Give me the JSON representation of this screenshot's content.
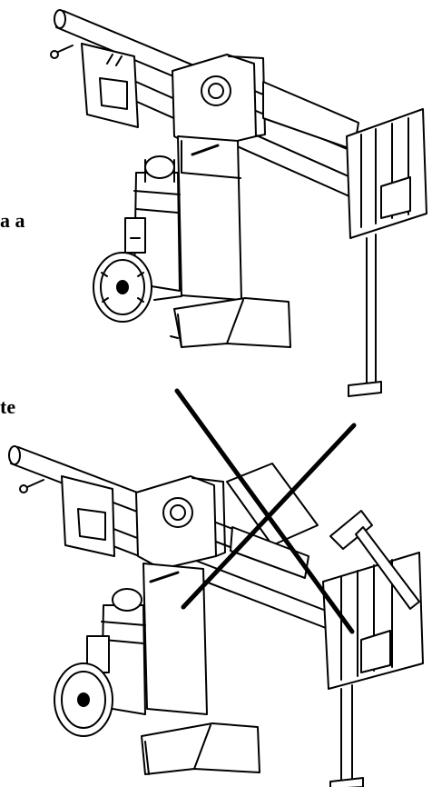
{
  "page": {
    "text_fragments": {
      "top": "a a",
      "bottom": "te"
    },
    "colors": {
      "background": "#ffffff",
      "line_art": "#000000",
      "cross_mark": "#000000"
    },
    "figures": [
      {
        "name": "log-splitter-correct-use",
        "crossed_out": false
      },
      {
        "name": "log-splitter-incorrect-use-with-hammer",
        "crossed_out": true
      }
    ]
  }
}
